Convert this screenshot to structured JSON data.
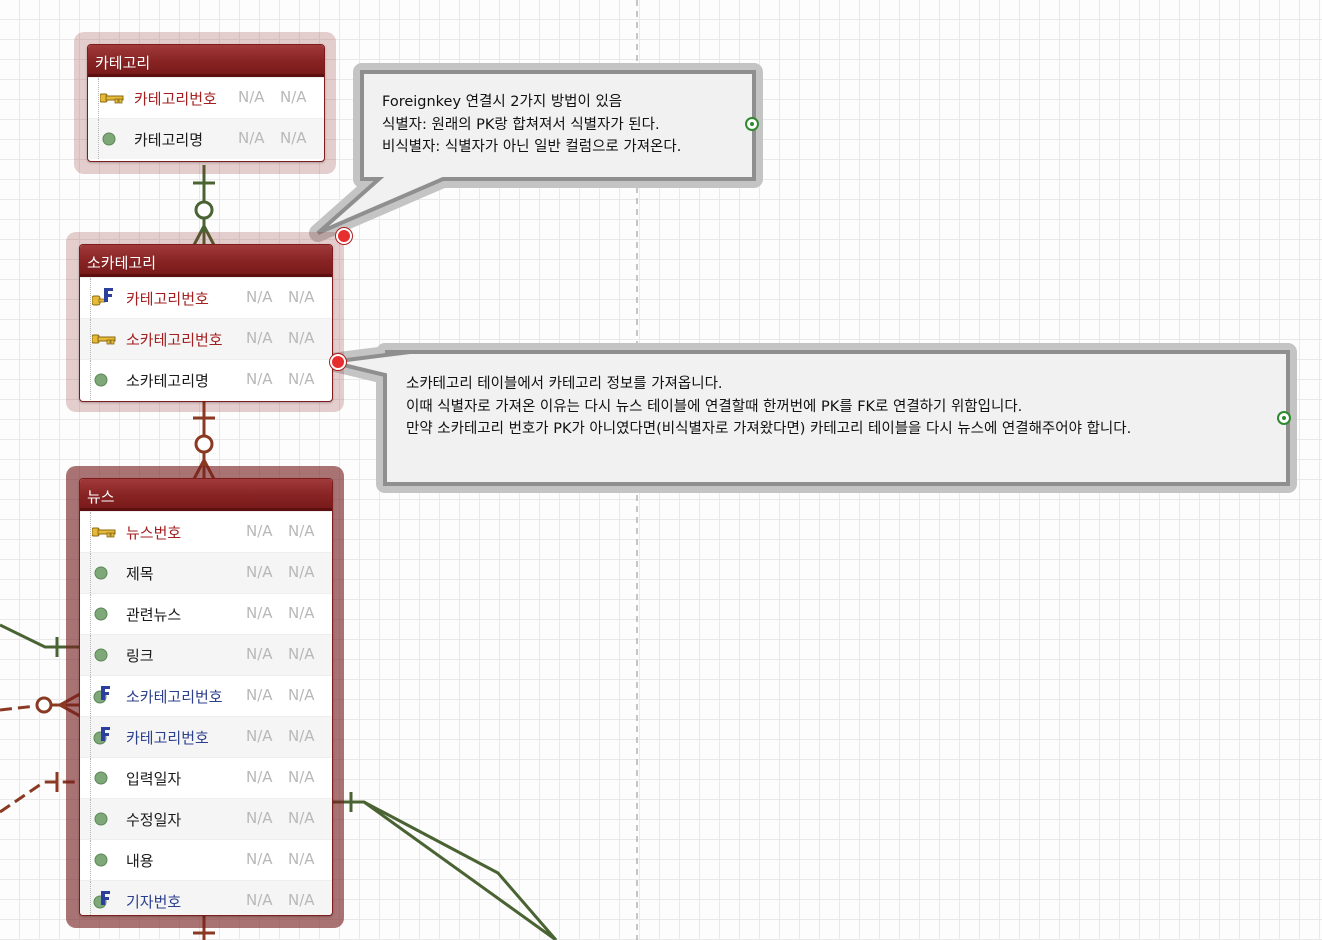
{
  "colors": {
    "entity_header": "#862222",
    "pk_text": "#a31f1f",
    "fk_text": "#2c3f8c",
    "identifying_line": "#4a6333",
    "non_identifying_line": "#8a3a22",
    "note_border": "#a9a9a9",
    "anchor_red": "#e62e2e",
    "handle_green": "#2f8a2f"
  },
  "entities": {
    "category": {
      "title": "카테고리",
      "attributes": [
        {
          "name": "카테고리번호",
          "kind": "pk",
          "icon": "key-icon",
          "c1": "N/A",
          "c2": "N/A"
        },
        {
          "name": "카테고리명",
          "kind": "plain",
          "icon": "column-dot-icon",
          "c1": "N/A",
          "c2": "N/A"
        }
      ]
    },
    "subcategory": {
      "title": "소카테고리",
      "attributes": [
        {
          "name": "카테고리번호",
          "kind": "pk",
          "icon": "key-fk-icon",
          "c1": "N/A",
          "c2": "N/A"
        },
        {
          "name": "소카테고리번호",
          "kind": "pk",
          "icon": "key-icon",
          "c1": "N/A",
          "c2": "N/A"
        },
        {
          "name": "소카테고리명",
          "kind": "plain",
          "icon": "column-dot-icon",
          "c1": "N/A",
          "c2": "N/A"
        }
      ]
    },
    "news": {
      "title": "뉴스",
      "attributes": [
        {
          "name": "뉴스번호",
          "kind": "pk",
          "icon": "key-icon",
          "c1": "N/A",
          "c2": "N/A"
        },
        {
          "name": "제목",
          "kind": "plain",
          "icon": "column-dot-icon",
          "c1": "N/A",
          "c2": "N/A"
        },
        {
          "name": "관련뉴스",
          "kind": "plain",
          "icon": "column-dot-icon",
          "c1": "N/A",
          "c2": "N/A"
        },
        {
          "name": "링크",
          "kind": "plain",
          "icon": "column-dot-icon",
          "c1": "N/A",
          "c2": "N/A"
        },
        {
          "name": "소카테고리번호",
          "kind": "fk",
          "icon": "fk-icon",
          "c1": "N/A",
          "c2": "N/A"
        },
        {
          "name": "카테고리번호",
          "kind": "fk",
          "icon": "fk-icon",
          "c1": "N/A",
          "c2": "N/A"
        },
        {
          "name": "입력일자",
          "kind": "plain",
          "icon": "column-dot-icon",
          "c1": "N/A",
          "c2": "N/A"
        },
        {
          "name": "수정일자",
          "kind": "plain",
          "icon": "column-dot-icon",
          "c1": "N/A",
          "c2": "N/A"
        },
        {
          "name": "내용",
          "kind": "plain",
          "icon": "column-dot-icon",
          "c1": "N/A",
          "c2": "N/A"
        },
        {
          "name": "기자번호",
          "kind": "fk",
          "icon": "fk-icon",
          "c1": "N/A",
          "c2": "N/A"
        }
      ]
    }
  },
  "notes": [
    {
      "lines": [
        "Foreignkey 연결시 2가지 방법이 있음",
        "식별자: 원래의 PK랑 합쳐져서 식별자가 된다.",
        "비식별자: 식별자가 아닌 일반 컬럼으로 가져온다."
      ]
    },
    {
      "lines": [
        "소카테고리 테이블에서 카테고리 정보를 가져옵니다.",
        "이때 식별자로 가져온 이유는 다시 뉴스 테이블에 연결할때 한꺼번에 PK를 FK로 연결하기 위함입니다.",
        "만약 소카테고리 번호가 PK가 아니였다면(비식별자로 가져왔다면) 카테고리 테이블을 다시 뉴스에 연결해주어야 합니다."
      ]
    }
  ]
}
